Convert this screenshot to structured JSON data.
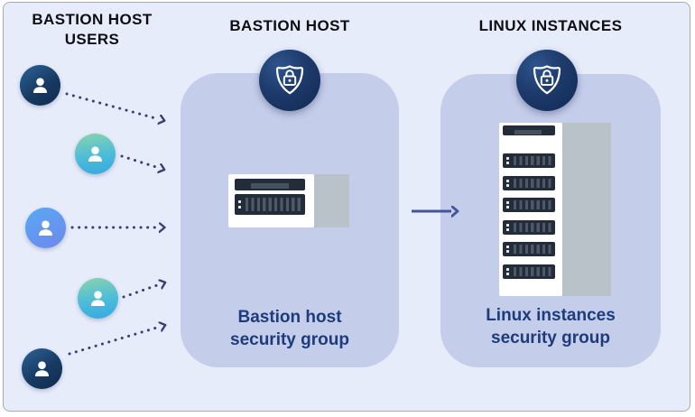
{
  "users_column": {
    "title": "BASTION HOST USERS",
    "users": [
      {
        "name": "user-1",
        "icon": "user-icon",
        "color_variant": "navy"
      },
      {
        "name": "user-2",
        "icon": "user-icon",
        "color_variant": "teal"
      },
      {
        "name": "user-3",
        "icon": "user-icon",
        "color_variant": "blue"
      },
      {
        "name": "user-4",
        "icon": "user-icon",
        "color_variant": "teal"
      },
      {
        "name": "user-5",
        "icon": "user-icon",
        "color_variant": "navy"
      }
    ]
  },
  "bastion_group": {
    "title": "BASTION HOST",
    "security_group_label": "Bastion host security group",
    "badge_icon": "shield-lock-icon",
    "server_icon": "bastion-server-icon"
  },
  "linux_group": {
    "title": "LINUX INSTANCES",
    "security_group_label": "Linux instances security group",
    "badge_icon": "shield-lock-icon",
    "server_icon": "linux-server-stack-icon",
    "instance_count": 6
  },
  "connections": {
    "users_to_bastion": {
      "style": "dotted-arrow",
      "count": 5
    },
    "bastion_to_linux": {
      "style": "solid-arrow",
      "count": 1
    }
  },
  "colors": {
    "canvas_background": "#e6ecfa",
    "frame_border": "#a8aaae",
    "security_group_fill": "#c4cdea",
    "title_text": "#0d0e13",
    "group_label_text": "#1e3c7b",
    "dotted_arrow": "#3e3e6d",
    "solid_arrow": "#47549b",
    "badge_gradient": [
      "#2e548c",
      "#112a52"
    ],
    "user_navy_gradient": [
      "#2e6496",
      "#122b4e"
    ],
    "user_teal_gradient": [
      "#8ad4ad",
      "#35a7e5"
    ],
    "user_blue_gradient": [
      "#58aaf0",
      "#6e87ef"
    ],
    "server_body": "#232c39",
    "server_stripe": "#4d5967",
    "server_side_panel": "#bac2c9",
    "server_card": "#ffffff"
  }
}
